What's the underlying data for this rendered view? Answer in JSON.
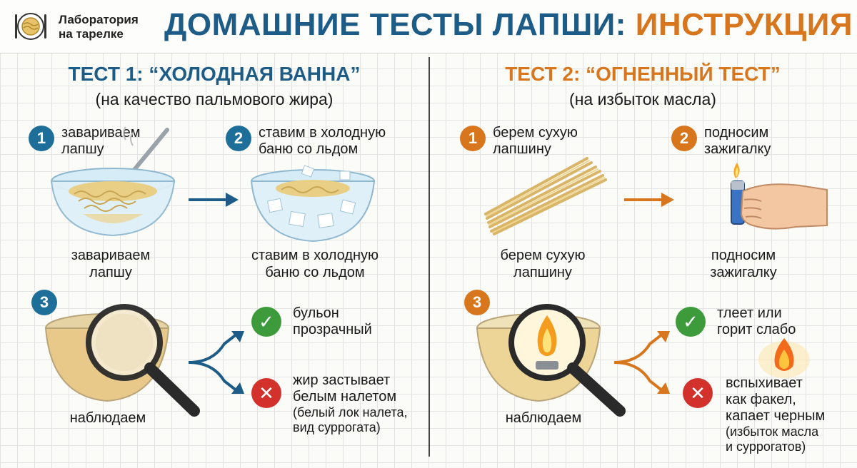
{
  "header": {
    "brand_line1": "Лаборатория",
    "brand_line2": "на тарелке",
    "title_main": "ДОМАШНИЕ ТЕСТЫ ЛАПШИ: ",
    "title_accent": "ИНСТРУКЦИЯ"
  },
  "test1": {
    "title": "ТЕСТ 1: “ХОЛОДНАЯ ВАННА”",
    "subtitle": "(на качество пальмового жира)",
    "step1": {
      "num": "1",
      "label_line1": "завариваем",
      "label_line2": "лапшу",
      "caption_line1": "завариваем",
      "caption_line2": "лапшу"
    },
    "step2": {
      "num": "2",
      "label_line1": "ставим в холодную",
      "label_line2": "баню со льдом",
      "caption_line1": "ставим в холодную",
      "caption_line2": "баню со льдом"
    },
    "step3": {
      "num": "3",
      "caption": "наблюдаем"
    },
    "good": {
      "line1": "бульон",
      "line2": "прозрачный"
    },
    "bad": {
      "line1": "жир застывает",
      "line2": "белым налетом",
      "note1": "(белый лок налета,",
      "note2": "вид суррогата)"
    }
  },
  "test2": {
    "title": "ТЕСТ 2: “ОГНЕННЫЙ ТЕСТ”",
    "subtitle": "(на избыток масла)",
    "step1": {
      "num": "1",
      "label_line1": "берем сухую",
      "label_line2": "лапшину",
      "caption_line1": "берем сухую",
      "caption_line2": "лапшину"
    },
    "step2": {
      "num": "2",
      "label_line1": "подносим",
      "label_line2": "зажигалку",
      "caption_line1": "подносим",
      "caption_line2": "зажигалку"
    },
    "step3": {
      "num": "3",
      "caption": "наблюдаем"
    },
    "good": {
      "line1": "тлеет или",
      "line2": "горит слабо"
    },
    "bad": {
      "line1": "вспыхивает",
      "line2": "как факел,",
      "line3": "капает черным",
      "note1": "(избыток масла",
      "note2": "и суррогатов)"
    }
  },
  "icons": {
    "ok": "check-mark-icon",
    "bad": "cross-mark-icon"
  },
  "colors": {
    "blue": "#1d5c86",
    "orange": "#d8761d",
    "green": "#3e9b3c",
    "red": "#d2322b"
  }
}
